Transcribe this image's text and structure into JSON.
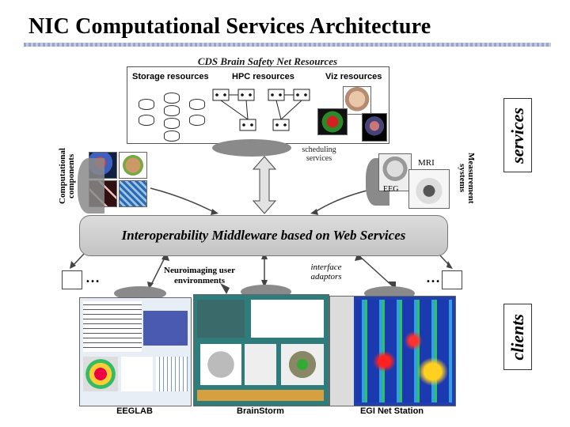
{
  "title": "NIC Computational Services Architecture",
  "cds_label": "CDS Brain Safety Net Resources",
  "resources": {
    "storage": "Storage resources",
    "hpc": "HPC resources",
    "viz": "Viz resources"
  },
  "scheduling": "scheduling services",
  "computational_components": "Computational components",
  "measurement_systems": "Measurement systems",
  "mri": "MRI",
  "eeg": "EEG",
  "services": "services",
  "clients": "clients",
  "middleware": "Interoperability Middleware based on Web Services",
  "interface_adaptors": "interface adaptors",
  "neuroimaging": "Neuroimaging user environments",
  "dots": "…",
  "clients_list": [
    "EEGLAB",
    "BrainStorm",
    "EGI Net Station"
  ]
}
